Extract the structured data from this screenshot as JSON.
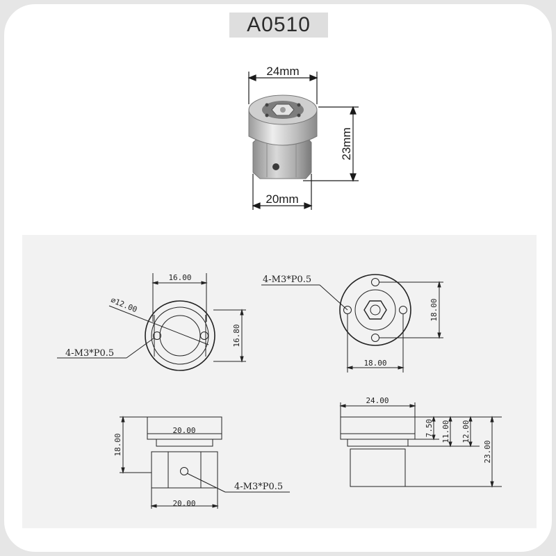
{
  "product_code": "A0510",
  "photo_dimensions": {
    "width_top": "24mm",
    "height": "23mm",
    "width_bottom": "20mm"
  },
  "views": {
    "front": {
      "width": "16.00",
      "diameter": "⌀12.00",
      "height": "16.80",
      "hole_note": "4-M3*P0.5"
    },
    "rear": {
      "hole_note": "4-M3*P0.5",
      "height": "18.00",
      "width": "18.00"
    },
    "side_left": {
      "top_width": "20.00",
      "height": "18.00",
      "bottom_width": "20.00",
      "hole_note": "4-M3*P0.5"
    },
    "side_right": {
      "top_width": "24.00",
      "dim_a": "7.50",
      "dim_b": "11.00",
      "dim_c": "12.00",
      "dim_total": "23.00"
    }
  },
  "colors": {
    "metal_light": "#d8d8d8",
    "metal_dark": "#8a8a8a",
    "line": "#222222",
    "panel": "#f2f2f2"
  }
}
